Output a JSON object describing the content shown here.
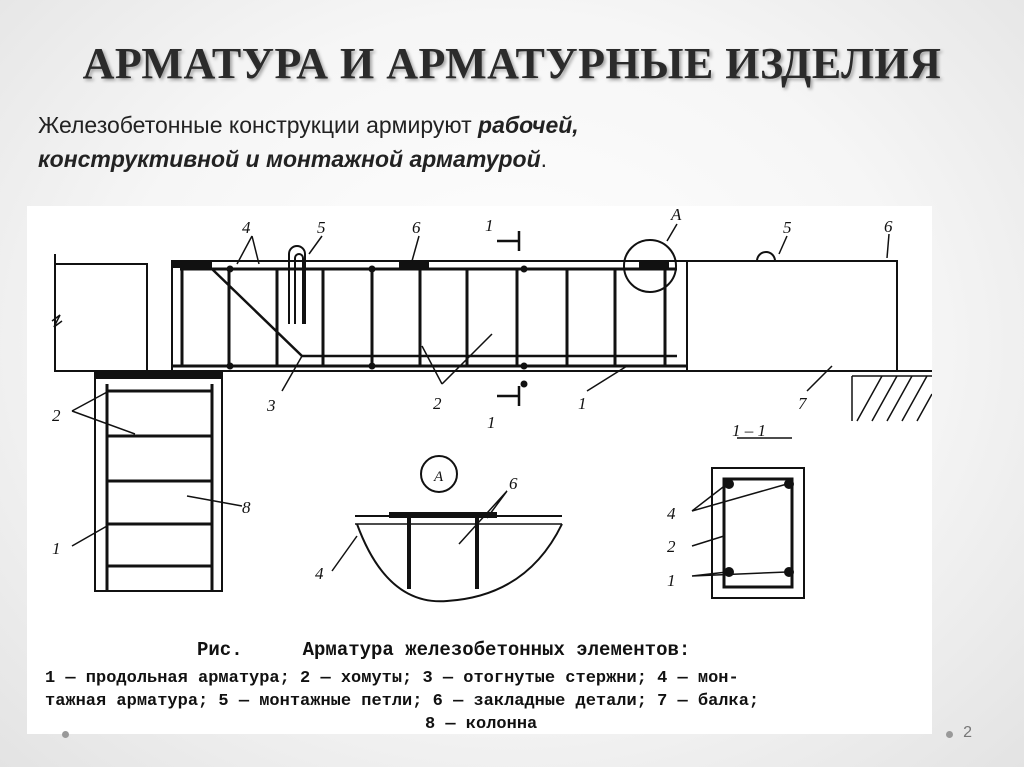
{
  "slide": {
    "title": "АРМАТУРА И АРМАТУРНЫЕ ИЗДЕЛИЯ",
    "intro_plain": "Железобетонные конструкции армируют ",
    "intro_bold_1": "рабочей,",
    "intro_bold_2": "конструктивной и монтажной арматурой",
    "intro_end": ".",
    "page_number": "2"
  },
  "figure": {
    "caption_prefix": "Рис.",
    "caption_title": "Арматура железобетонных элементов:",
    "caption_lines": [
      "1 — продольная арматура; 2 — хомуты; 3 — отогнутые стержни; 4 — мон-",
      "тажная арматура; 5 — монтажные петли; 6 — закладные детали; 7 — балка;",
      "8 — колонна"
    ],
    "labels": {
      "section_mark": "1",
      "section_title": "1 – 1",
      "detail_mark": "А"
    }
  }
}
